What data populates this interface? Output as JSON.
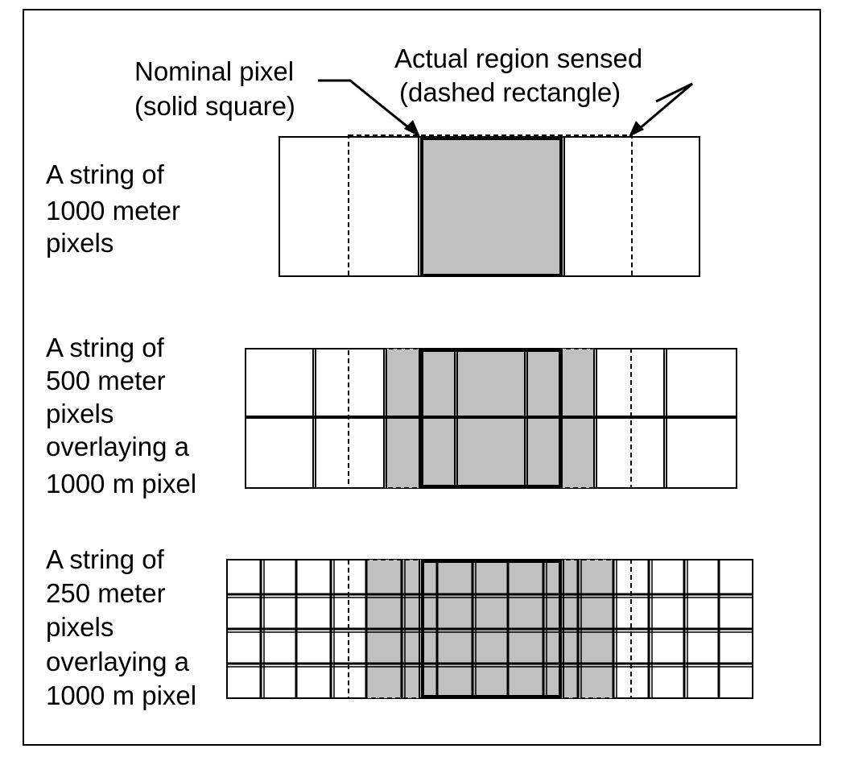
{
  "annotations": {
    "nominal_line1": "Nominal pixel",
    "nominal_line2": "(solid square)",
    "actual_line1": "Actual region sensed",
    "actual_line2": "(dashed rectangle)"
  },
  "rows": [
    {
      "label_lines": [
        "A string of",
        "1000  meter",
        "pixels"
      ]
    },
    {
      "label_lines": [
        "A string of",
        "500  meter",
        "pixels",
        "overlaying a",
        "1000  m  pixel"
      ]
    },
    {
      "label_lines": [
        "A string of",
        "250  meter",
        "pixels",
        "overlaying a",
        "1000  m  pixel"
      ]
    }
  ],
  "colors": {
    "fill": "#c0c0c0",
    "stroke": "#000000"
  }
}
